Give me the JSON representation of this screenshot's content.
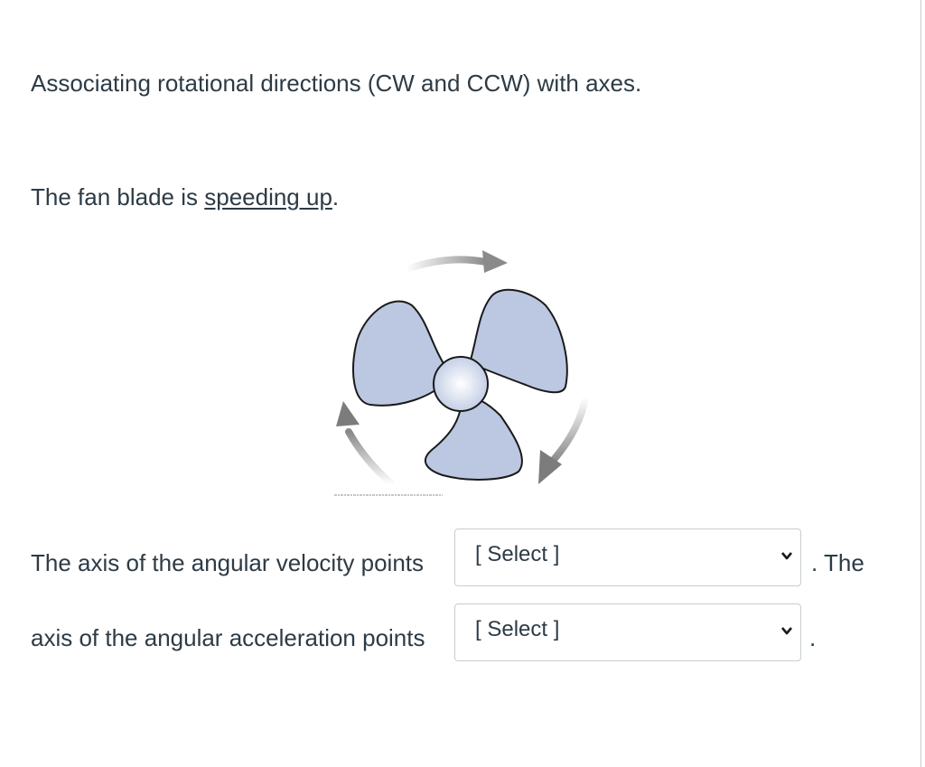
{
  "question": {
    "heading": "Associating rotational directions (CW and CCW) with axes.",
    "statement_prefix": "The fan blade is ",
    "statement_link": "speeding up",
    "statement_suffix": ".",
    "line1_text": "The axis of the angular velocity points",
    "line1_after": ". The",
    "line2_text": "axis of the angular acceleration points",
    "line2_after": "."
  },
  "selects": {
    "velocity": {
      "selected": "[ Select ]",
      "icon": "chevron-down-icon"
    },
    "acceleration": {
      "selected": "[ Select ]",
      "icon": "chevron-down-icon"
    }
  },
  "figure": {
    "colors": {
      "blade_fill": "#bcc8e2",
      "blade_stroke": "#1a1a1a",
      "hub_fill": "#dbe3f3",
      "arrow": "#8a8a8a"
    }
  }
}
